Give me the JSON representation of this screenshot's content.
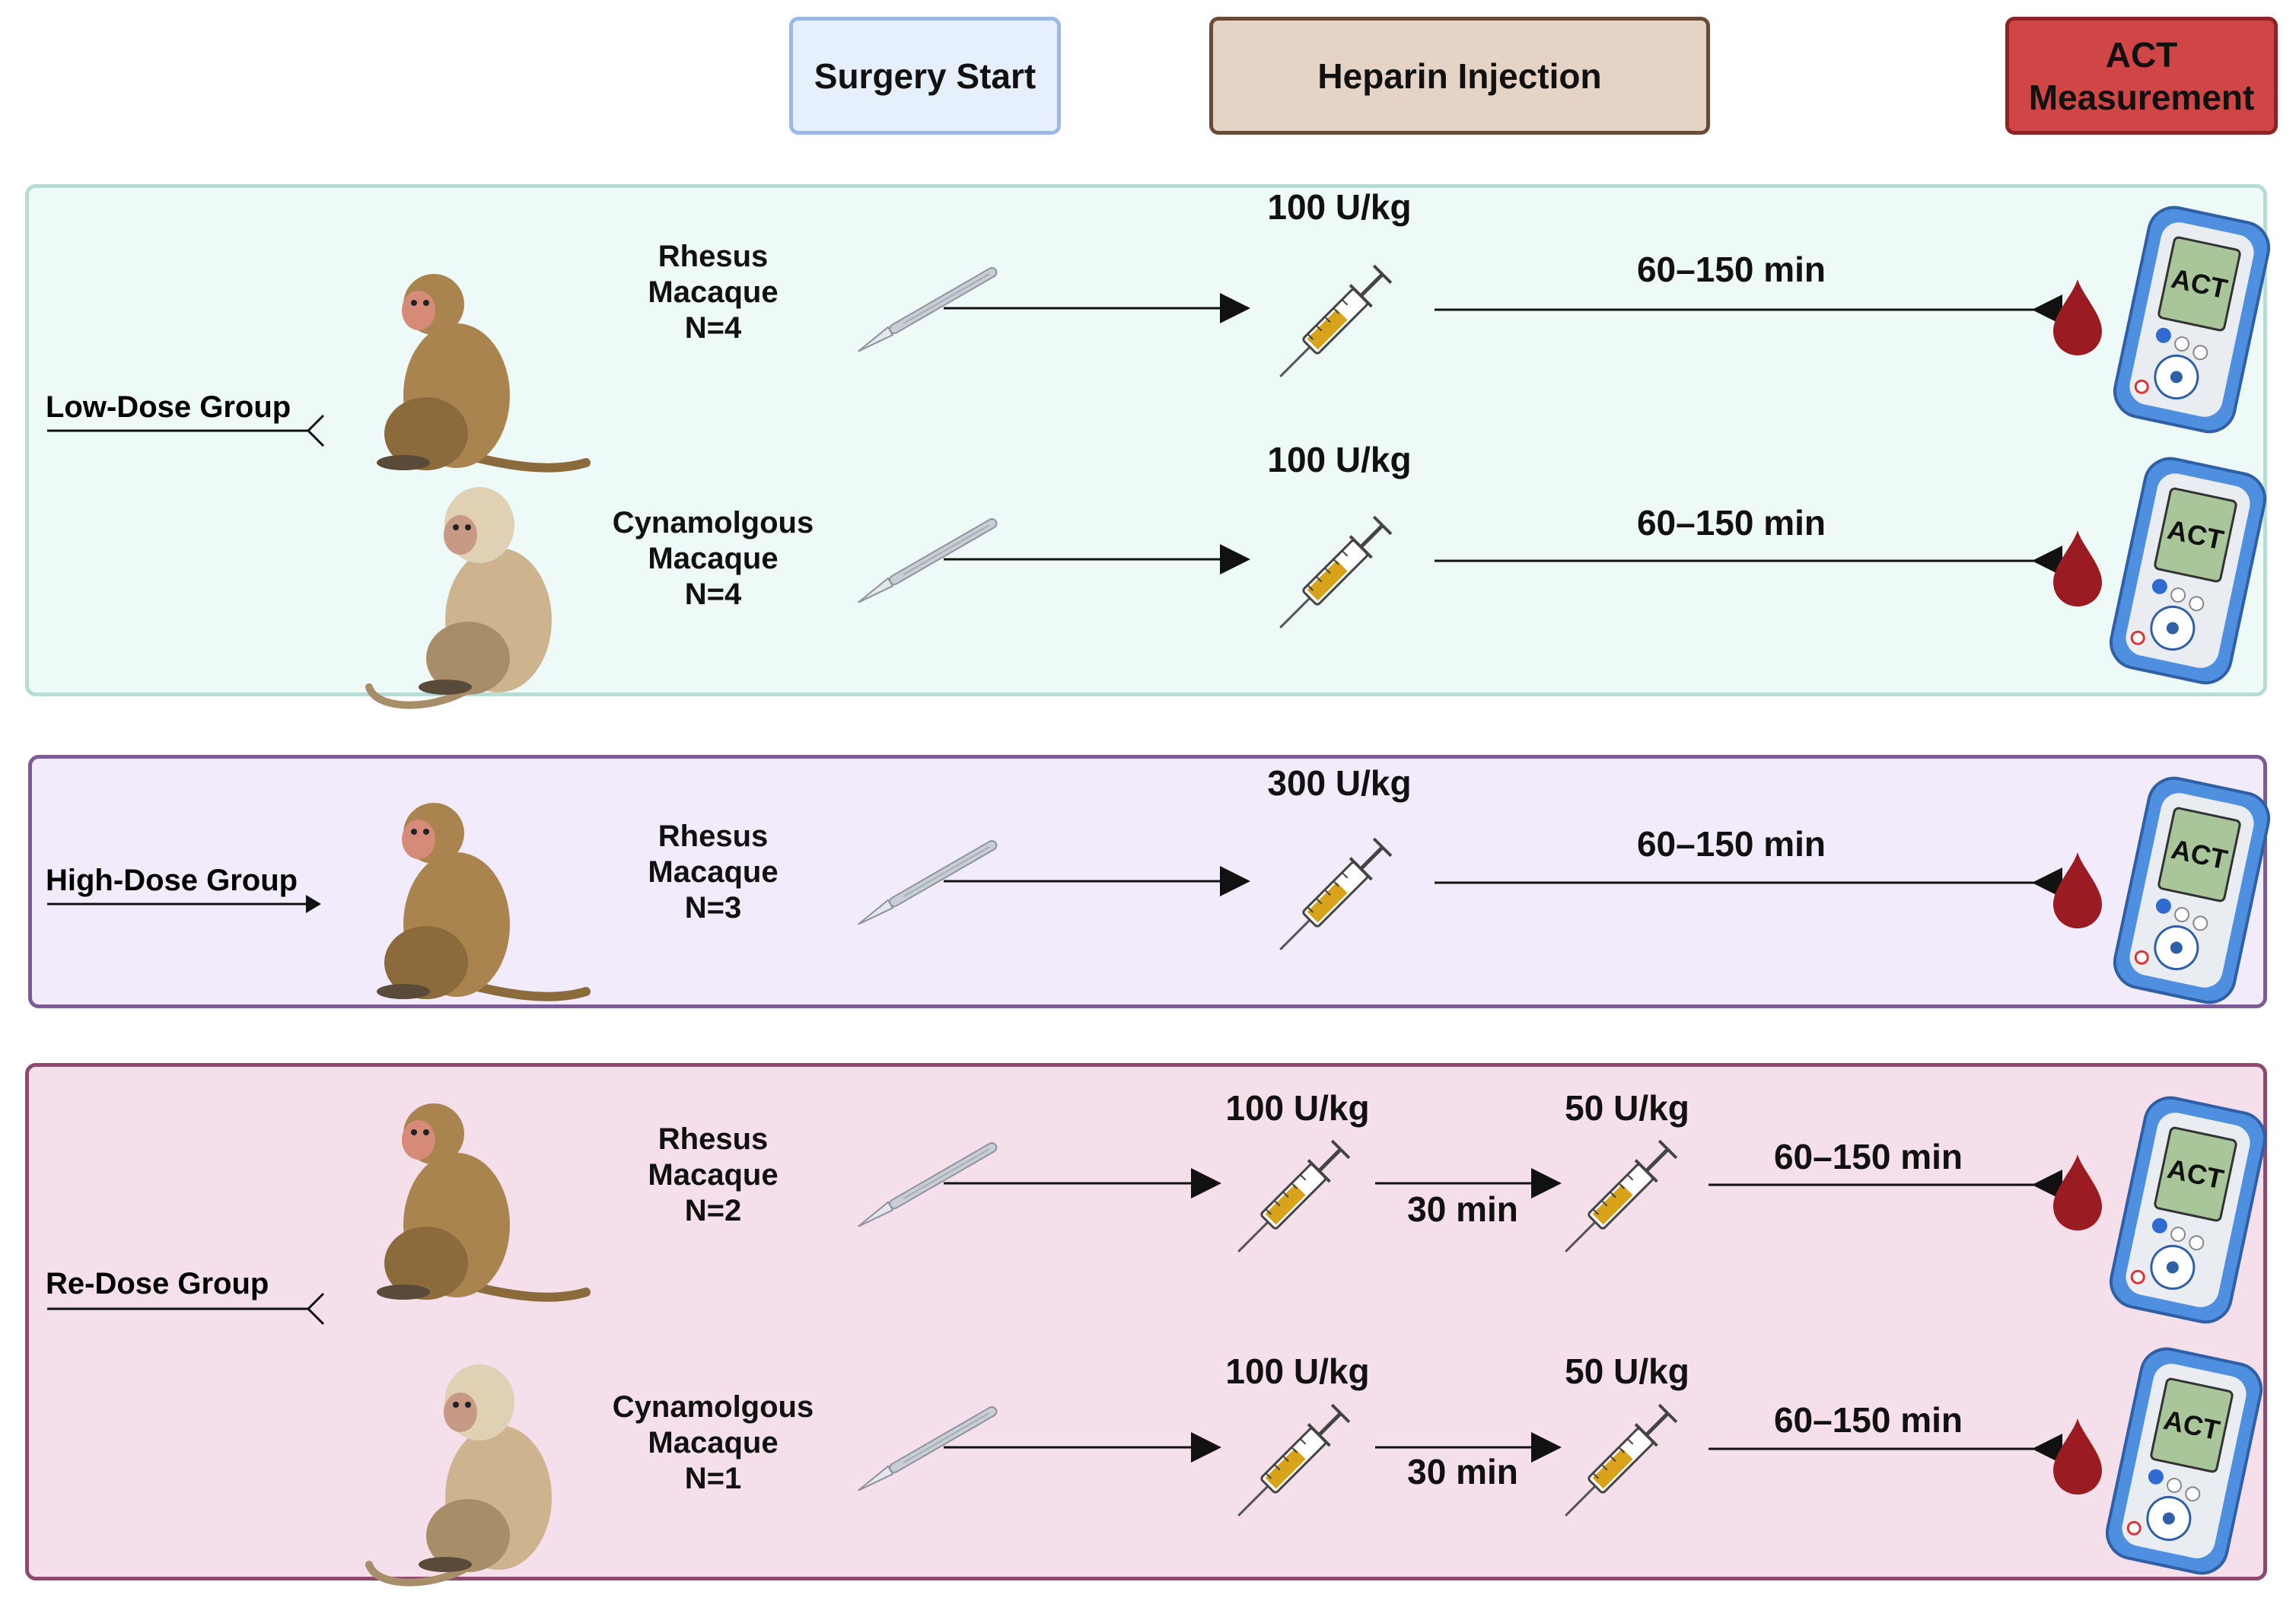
{
  "headers": {
    "surgery": "Surgery Start",
    "heparin": "Heparin Injection",
    "act_line1": "ACT",
    "act_line2": "Measurement"
  },
  "groups": {
    "low": {
      "label": "Low-Dose Group"
    },
    "high": {
      "label": "High-Dose Group"
    },
    "redose": {
      "label": "Re-Dose Group"
    }
  },
  "rows": [
    {
      "id": "low-rhesus",
      "species": [
        "Rhesus",
        "Macaque"
      ],
      "n": "N=4",
      "dose1": "100 U/kg",
      "interval": "60–150 min",
      "animal": "rhesus-monkey-icon"
    },
    {
      "id": "low-cyno",
      "species": [
        "Cynamolgous",
        "Macaque"
      ],
      "n": "N=4",
      "dose1": "100 U/kg",
      "interval": "60–150 min",
      "animal": "cynomolgus-monkey-icon"
    },
    {
      "id": "high-rhesus",
      "species": [
        "Rhesus",
        "Macaque"
      ],
      "n": "N=3",
      "dose1": "300 U/kg",
      "interval": "60–150 min",
      "animal": "rhesus-monkey-icon"
    },
    {
      "id": "redose-rhesus",
      "species": [
        "Rhesus",
        "Macaque"
      ],
      "n": "N=2",
      "dose1": "100 U/kg",
      "gap": "30 min",
      "dose2": "50 U/kg",
      "interval": "60–150 min",
      "animal": "rhesus-monkey-icon"
    },
    {
      "id": "redose-cyno",
      "species": [
        "Cynamolgous",
        "Macaque"
      ],
      "n": "N=1",
      "dose1": "100 U/kg",
      "gap": "30 min",
      "dose2": "50 U/kg",
      "interval": "60–150 min",
      "animal": "cynomolgus-monkey-icon"
    }
  ],
  "device_label": "ACT",
  "icons": [
    "scalpel-icon",
    "syringe-icon",
    "blood-drop-icon",
    "act-device-icon",
    "arrow-icon"
  ],
  "colors": {
    "low_panel": "#eefaf7",
    "high_panel": "#f1ebfb",
    "redose_panel": "#f4dfea",
    "surgery_box": "#e6f0fc",
    "heparin_box": "#e5d4c6",
    "act_box": "#d04545",
    "blood": "#9b1b22",
    "device": "#4f8fe0"
  }
}
